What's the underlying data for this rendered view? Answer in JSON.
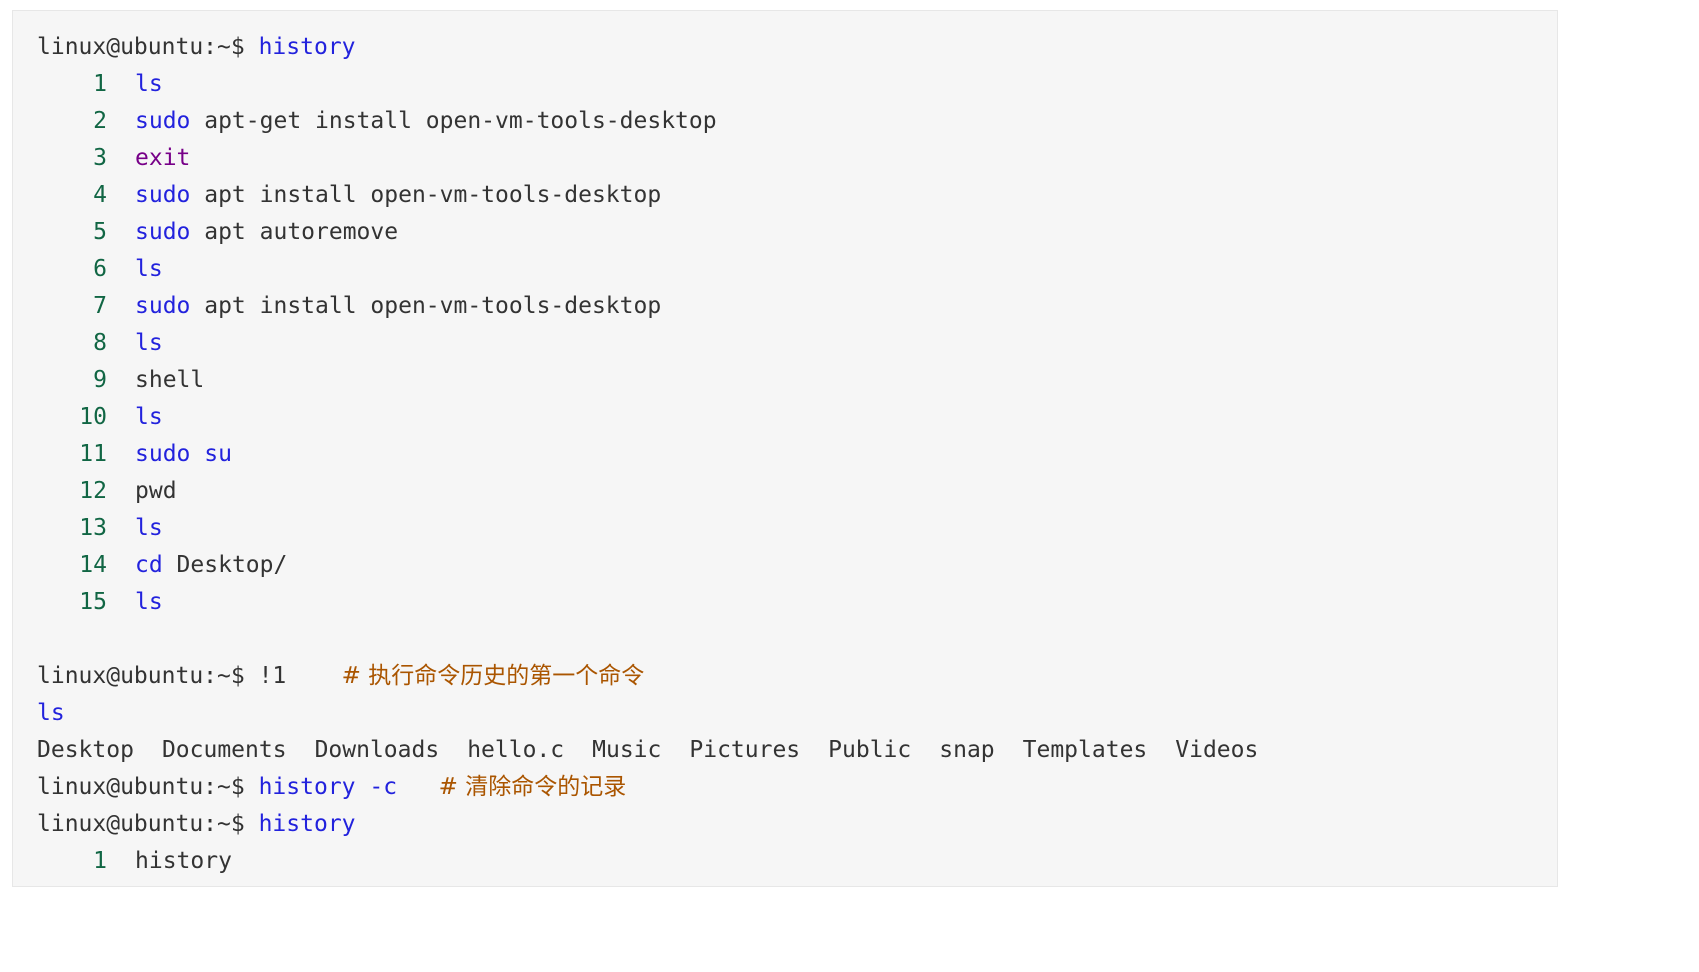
{
  "prompt": "linux@ubuntu:~$",
  "cmd1": "history",
  "history_entries": [
    {
      "num": "1",
      "parts": [
        {
          "text": "ls",
          "style": "blue"
        }
      ]
    },
    {
      "num": "2",
      "parts": [
        {
          "text": "sudo",
          "style": "blue"
        },
        {
          "text": " apt-get install open-vm-tools-desktop",
          "style": "plain"
        }
      ]
    },
    {
      "num": "3",
      "parts": [
        {
          "text": "exit",
          "style": "purple"
        }
      ]
    },
    {
      "num": "4",
      "parts": [
        {
          "text": "sudo",
          "style": "blue"
        },
        {
          "text": " apt install open-vm-tools-desktop",
          "style": "plain"
        }
      ]
    },
    {
      "num": "5",
      "parts": [
        {
          "text": "sudo",
          "style": "blue"
        },
        {
          "text": " apt autoremove",
          "style": "plain"
        }
      ]
    },
    {
      "num": "6",
      "parts": [
        {
          "text": "ls",
          "style": "blue"
        }
      ]
    },
    {
      "num": "7",
      "parts": [
        {
          "text": "sudo",
          "style": "blue"
        },
        {
          "text": " apt install open-vm-tools-desktop",
          "style": "plain"
        }
      ]
    },
    {
      "num": "8",
      "parts": [
        {
          "text": "ls",
          "style": "blue"
        }
      ]
    },
    {
      "num": "9",
      "parts": [
        {
          "text": "shell",
          "style": "plain"
        }
      ]
    },
    {
      "num": "10",
      "parts": [
        {
          "text": "ls",
          "style": "blue"
        }
      ]
    },
    {
      "num": "11",
      "parts": [
        {
          "text": "sudo",
          "style": "blue"
        },
        {
          "text": " su",
          "style": "blue"
        }
      ]
    },
    {
      "num": "12",
      "parts": [
        {
          "text": "pwd",
          "style": "plain"
        }
      ]
    },
    {
      "num": "13",
      "parts": [
        {
          "text": "ls",
          "style": "blue"
        }
      ]
    },
    {
      "num": "14",
      "parts": [
        {
          "text": "cd",
          "style": "blue"
        },
        {
          "text": " Desktop/",
          "style": "plain"
        }
      ]
    },
    {
      "num": "15",
      "parts": [
        {
          "text": "ls",
          "style": "blue"
        }
      ]
    }
  ],
  "cmd2": " !1",
  "cmd2_comment": "# 执行命令历史的第一个命令",
  "cmd2_echo": "ls",
  "ls_output": [
    "Desktop",
    "Documents",
    "Downloads",
    "hello.c",
    "Music",
    "Pictures",
    "Public",
    "snap",
    "Templates",
    "Videos"
  ],
  "cmd3": "history -c",
  "cmd3_comment": "# 清除命令的记录",
  "cmd4": "history",
  "final_entry": {
    "num": "1",
    "text": "history"
  },
  "colors": {
    "background": "#f6f6f6",
    "keyword_blue": "#2222dd",
    "keyword_purple": "#770088",
    "number_green": "#116644",
    "comment_orange": "#aa5500",
    "text": "#333333"
  }
}
